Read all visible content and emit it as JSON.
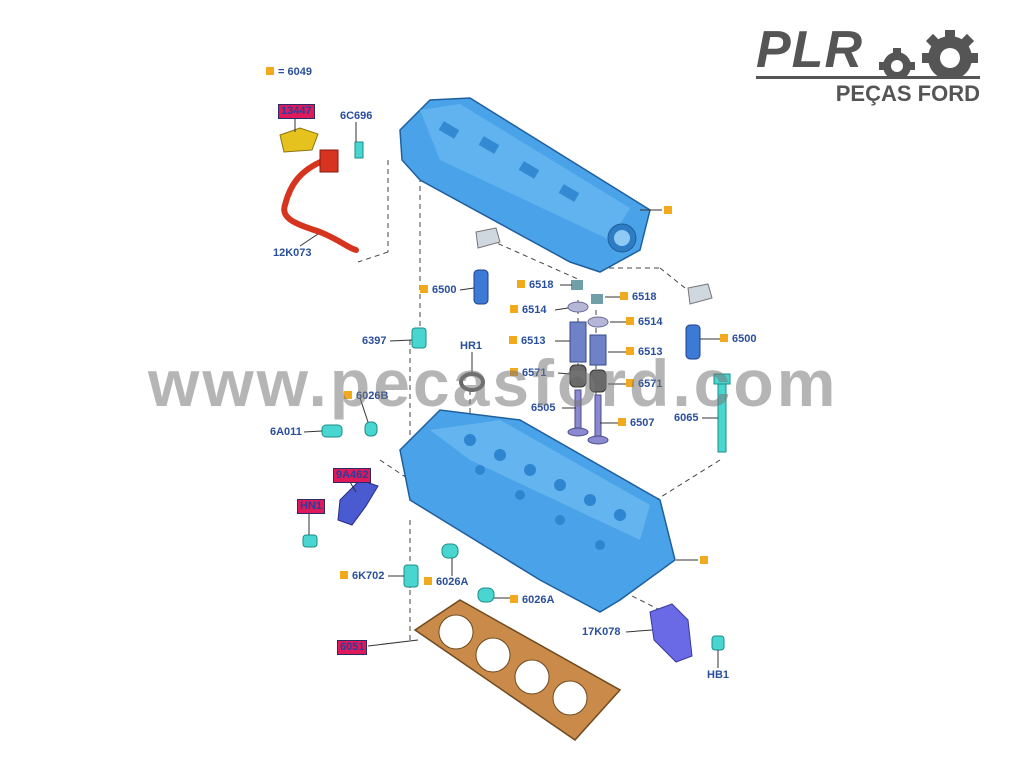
{
  "legend": {
    "text": "= 6049",
    "marker_color": "#f2a91c"
  },
  "logo": {
    "brand": "PLR",
    "subtitle": "PEÇAS FORD"
  },
  "watermark": "www.pecasford.com",
  "colors": {
    "label_text": "#2a4f9a",
    "highlight": "#e0195a",
    "part_blue": "#4aa3e8",
    "gasket": "#c98a4a",
    "harness": "#d6341f",
    "bracket": "#e6c21e",
    "marker": "#f2a91c"
  },
  "parts": {
    "p13447": "13447",
    "p6C696": "6C696",
    "p12K073": "12K073",
    "p6500a": "6500",
    "p6500b": "6500",
    "p6518a": "6518",
    "p6518b": "6518",
    "p6514a": "6514",
    "p6514b": "6514",
    "p6513a": "6513",
    "p6513b": "6513",
    "p6571a": "6571",
    "p6571b": "6571",
    "p6505": "6505",
    "p6507": "6507",
    "p6065": "6065",
    "p6397": "6397",
    "pHR1": "HR1",
    "p6026Ba": "6026B",
    "p6A011": "6A011",
    "p9A462": "9A462",
    "pHN1": "HN1",
    "p6K702": "6K702",
    "p6026Aa": "6026A",
    "p6026Ab": "6026A",
    "p17K078": "17K078",
    "pHB1": "HB1",
    "p6051": "6051"
  }
}
